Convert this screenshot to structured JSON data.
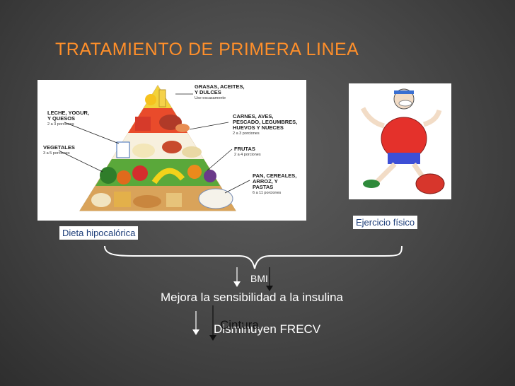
{
  "slide": {
    "title": "TRATAMIENTO DE PRIMERA LINEA",
    "captions": {
      "diet": "Dieta hipocalórica",
      "exercise": "Ejercicio físico"
    },
    "pyramid_labels": [
      {
        "title": "GRASAS, ACEITES,",
        "title2": "Y DULCES",
        "sub": "Use escasamente"
      },
      {
        "title": "LECHE, YOGUR,",
        "title2": "Y QUESOS",
        "sub": "2 a 3 porciones"
      },
      {
        "title": "CARNES, AVES,",
        "title2": "PESCADO, LEGUMBRES,",
        "title3": "HUEVOS Y NUECES",
        "sub": "2 a 3 porciones"
      },
      {
        "title": "VEGETALES",
        "sub": "3 a 5 porciones"
      },
      {
        "title": "FRUTAS",
        "sub": "2 a 4 porciones"
      },
      {
        "title": "PAN, CEREALES,",
        "title2": "ARROZ, Y",
        "title3": "PASTAS",
        "sub": "6 a 11 porciones"
      }
    ],
    "bmi": "BMI",
    "result1": "Mejora la sensibilidad a la  insulina",
    "result2": "Disminuyen FRECV",
    "overlay_word": "Cintura"
  },
  "colors": {
    "title": "#ff8f2a",
    "background": "#4a4a4a",
    "caption_text": "#1f3f7a"
  }
}
